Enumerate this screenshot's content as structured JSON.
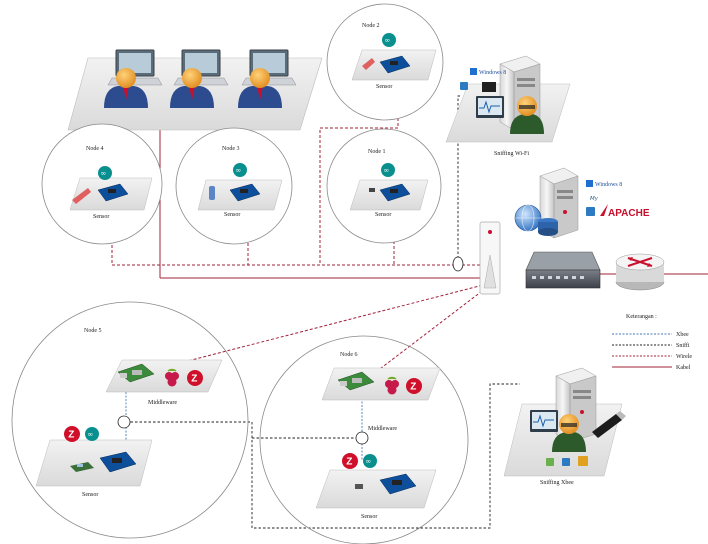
{
  "nodes": {
    "node1": {
      "title": "Node 1",
      "caption": "Sensor"
    },
    "node2": {
      "title": "Node 2",
      "caption": "Sensor"
    },
    "node3": {
      "title": "Node 3",
      "caption": "Sensor"
    },
    "node4": {
      "title": "Node 4",
      "caption": "Sensor"
    },
    "node5": {
      "title": "Node 5",
      "middleware": "Middleware",
      "caption": "Sensor"
    },
    "node6": {
      "title": "Node 6",
      "middleware": "Middleware",
      "caption": "Sensor"
    }
  },
  "servers": {
    "sniffing_wifi": {
      "caption": "Sniffing Wi-Fi",
      "os": "Windows 8"
    },
    "web": {
      "os": "Windows 8",
      "apache": "APACHE"
    },
    "sniffing_xbee": {
      "caption": "Sniffing Xbee"
    }
  },
  "legend": {
    "title": "Keterangan :",
    "items": [
      {
        "label": "Xbee",
        "color": "#4a7ab8",
        "style": "dashed"
      },
      {
        "label": "Sniffi",
        "color": "#222222",
        "style": "dashed"
      },
      {
        "label": "Wirele",
        "color": "#a0203a",
        "style": "dashed"
      },
      {
        "label": "Kabel",
        "color": "#a0203a",
        "style": "solid"
      }
    ]
  },
  "colors": {
    "cable": "#a0203a",
    "sniff": "#222222",
    "xbee": "#4a7ab8",
    "panel": "#e6e6e6",
    "arduino_teal": "#0a8f8f",
    "zigbee_red": "#d0102a"
  },
  "icons": [
    "laptop-user-icon",
    "arduino-board-icon",
    "infinity-logo-icon",
    "raspberry-pi-icon",
    "zigbee-logo-icon",
    "server-tower-icon",
    "globe-icon",
    "router-icon",
    "access-point-icon",
    "monitor-icon"
  ]
}
